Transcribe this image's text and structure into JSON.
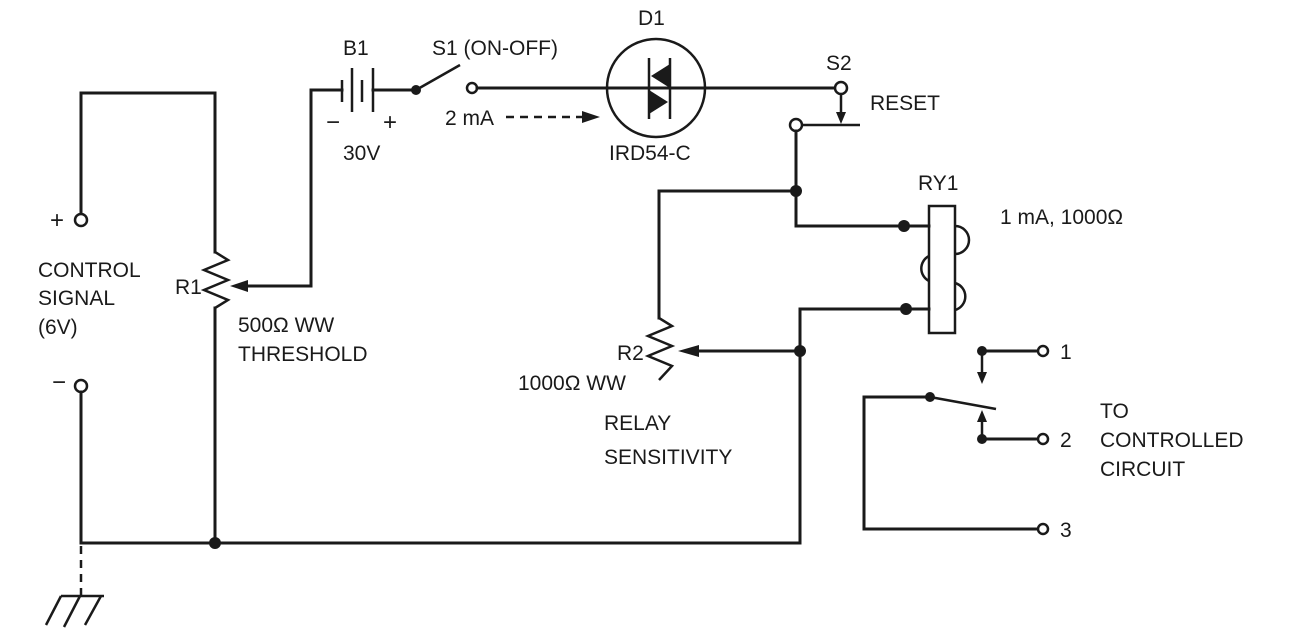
{
  "diagram": {
    "type": "electrical-schematic",
    "ink_color": "#1a1a1a",
    "background_color": "#ffffff"
  },
  "labels": {
    "battery_name": "B1",
    "battery_voltage": "30V",
    "battery_minus": "−",
    "battery_plus": "+",
    "switch1_name": "S1 (ON-OFF)",
    "current_label": "2 mA",
    "diode_name": "D1",
    "diode_part": "IRD54-C",
    "switch2_name": "S2",
    "switch2_function": "RESET",
    "relay_name": "RY1",
    "relay_rating": "1 mA, 1000Ω",
    "input_plus": "+",
    "input_minus": "−",
    "input_title_line1": "CONTROL",
    "input_title_line2": "SIGNAL",
    "input_title_line3": "(6V)",
    "r1_name": "R1",
    "r1_value": "500Ω WW",
    "r1_function": "THRESHOLD",
    "r2_name": "R2",
    "r2_value": "1000Ω WW",
    "r2_function_line1": "RELAY",
    "r2_function_line2": "SENSITIVITY",
    "contact_1": "1",
    "contact_2": "2",
    "contact_3": "3",
    "output_line1": "TO",
    "output_line2": "CONTROLLED",
    "output_line3": "CIRCUIT"
  },
  "components": [
    {
      "ref": "B1",
      "kind": "battery",
      "value": "30V"
    },
    {
      "ref": "S1",
      "kind": "switch",
      "value": "ON-OFF"
    },
    {
      "ref": "D1",
      "kind": "diac/bidirectional diode",
      "value": "IRD54-C"
    },
    {
      "ref": "S2",
      "kind": "pushbutton",
      "value": "RESET"
    },
    {
      "ref": "RY1",
      "kind": "relay",
      "value": "1 mA, 1000Ω"
    },
    {
      "ref": "R1",
      "kind": "potentiometer",
      "value": "500Ω WW"
    },
    {
      "ref": "R2",
      "kind": "potentiometer",
      "value": "1000Ω WW"
    }
  ]
}
